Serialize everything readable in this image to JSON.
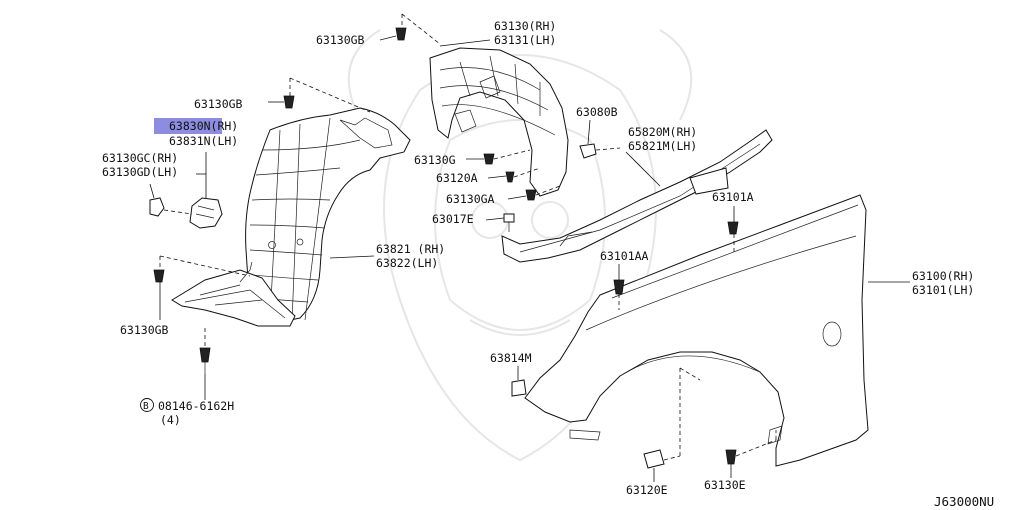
{
  "diagram_code": "J63000NU",
  "highlight_color": "#8c8ce0",
  "labels": {
    "p63130gb_top": "63130GB",
    "p63130_rh": "63130(RH)",
    "p63131_lh": "63131(LH)",
    "p63130gb_mid": "63130GB",
    "p63830n_rh": "63830N(RH)",
    "p63831n_lh": "63831N(LH)",
    "p63130gc_rh": "63130GC(RH)",
    "p63130gd_lh": "63130GD(LH)",
    "p63080b": "63080B",
    "p63130g": "63130G",
    "p63120a": "63120A",
    "p63130ga": "63130GA",
    "p63017e": "63017E",
    "p65820m_rh": "65820M(RH)",
    "p65821m_lh": "65821M(LH)",
    "p63101a": "63101A",
    "p63821_rh": "63821 (RH)",
    "p63822_lh": "63822(LH)",
    "p63101aa": "63101AA",
    "p63100_rh": "63100(RH)",
    "p63101_lh": "63101(LH)",
    "p63130gb_low": "63130GB",
    "p63814m": "63814M",
    "bolt_circle": "B",
    "bolt_num": "08146-6162H",
    "bolt_qty": "(4)",
    "p63120e": "63120E",
    "p63130e": "63130E"
  }
}
